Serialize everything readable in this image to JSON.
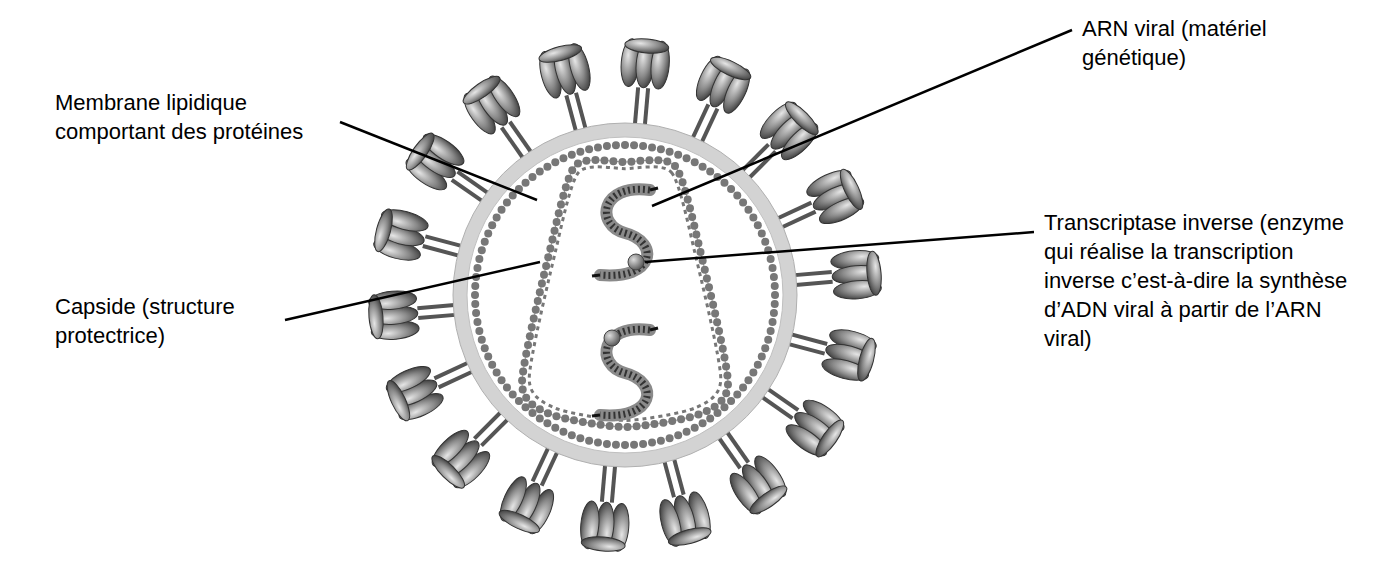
{
  "diagram": {
    "labels": [
      "Membrane lipidique comportant des protéines",
      "Capside (structure protectrice)",
      "ARN viral (matériel génétique)",
      "Transcriptase inverse (enzyme qui réalise la transcription inverse c’est-à-dire la synthèse d’ADN viral à partir de l’ARN viral)"
    ]
  }
}
